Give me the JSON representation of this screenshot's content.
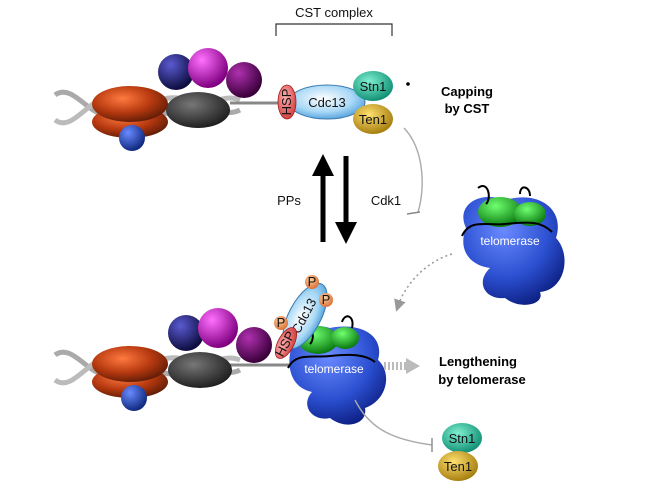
{
  "labels": {
    "cst_complex": "CST complex",
    "stn1": "Stn1",
    "ten1": "Ten1",
    "cdc13": "Cdc13",
    "hsp": "HSP",
    "p": "P",
    "capping_line1": "Capping",
    "capping_line2": "by CST",
    "pps": "PPs",
    "cdk1": "Cdk1",
    "telomerase": "telomerase",
    "lengthening_line1": "Lengthening",
    "lengthening_line2": "by telomerase"
  },
  "colors": {
    "stn1": "#20c0a0",
    "ten1": "#d4a820",
    "cdc13": "#8ccaf0",
    "hsp": "#e86a6a",
    "phospho": "#e8a070",
    "telomerase": "#2b4fd0",
    "telomerase_cap": "#20b030",
    "histone": "#b83a10",
    "dna": "#a8a8a8",
    "navy_protein": "#1a1a6e",
    "magenta_protein": "#c000c0",
    "purple_protein": "#700070",
    "blue_protein": "#2a4ab0"
  }
}
